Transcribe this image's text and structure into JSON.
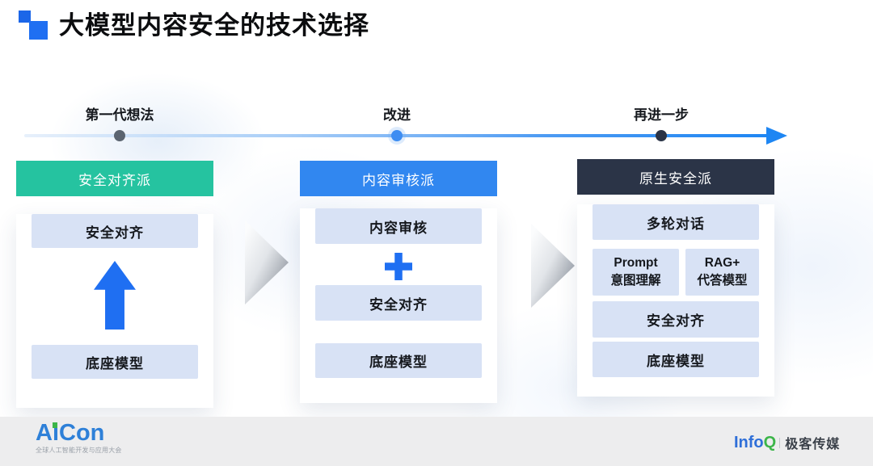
{
  "title": "大模型内容安全的技术选择",
  "timeline": {
    "labels": [
      "第一代想法",
      "改进",
      "再进一步"
    ]
  },
  "panels": {
    "p1": {
      "header": "安全对齐派",
      "box1": "安全对齐",
      "box2": "底座模型"
    },
    "p2": {
      "header": "内容审核派",
      "box1": "内容审核",
      "box2": "安全对齐",
      "box3": "底座模型"
    },
    "p3": {
      "header": "原生安全派",
      "box1": "多轮对话",
      "box2_line1": "Prompt",
      "box2_line2": "意图理解",
      "box3_line1": "RAG+",
      "box3_line2": "代答模型",
      "box4": "安全对齐",
      "box5": "底座模型"
    }
  },
  "footer": {
    "aicon_logo_a": "A",
    "aicon_logo_i": "i",
    "aicon_logo_rest": "Con",
    "aicon_subtitle": "全球人工智能开发与应用大会",
    "infoq_logo_info": "Info",
    "infoq_logo_q": "Q",
    "media_name": "极客传媒"
  },
  "colors": {
    "accent_blue": "#1f6ff2",
    "green_header": "#25c3a0",
    "blue_header": "#3187f0",
    "dark_header": "#2b3447",
    "pill_bg": "#d8e2f5",
    "timeline_blue": "#1e86f3",
    "dot_gray": "#5b6470",
    "dot_blue": "#3d8df2",
    "dot_dark": "#2b3447",
    "footer_bg": "#ededee",
    "aicon_blue": "#2e80d8",
    "logo_green": "#3cb549",
    "infoq_blue": "#2f6fd8"
  }
}
